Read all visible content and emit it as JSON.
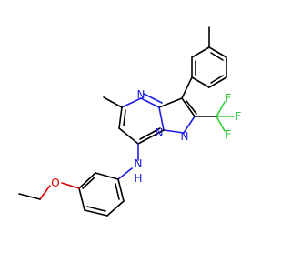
{
  "colors": {
    "bond": "#000000",
    "nitrogen": "#1b1be6",
    "fluorine": "#33cc33",
    "oxygen": "#e00000",
    "background": "#ffffff"
  },
  "atoms": {
    "n_pyrimidine": "N",
    "n_bridge": "N",
    "n_pyrazole": "N",
    "nh": "N",
    "h_of_nh": "H",
    "o_ether": "O",
    "f1": "F",
    "f2": "F",
    "f3": "F"
  }
}
